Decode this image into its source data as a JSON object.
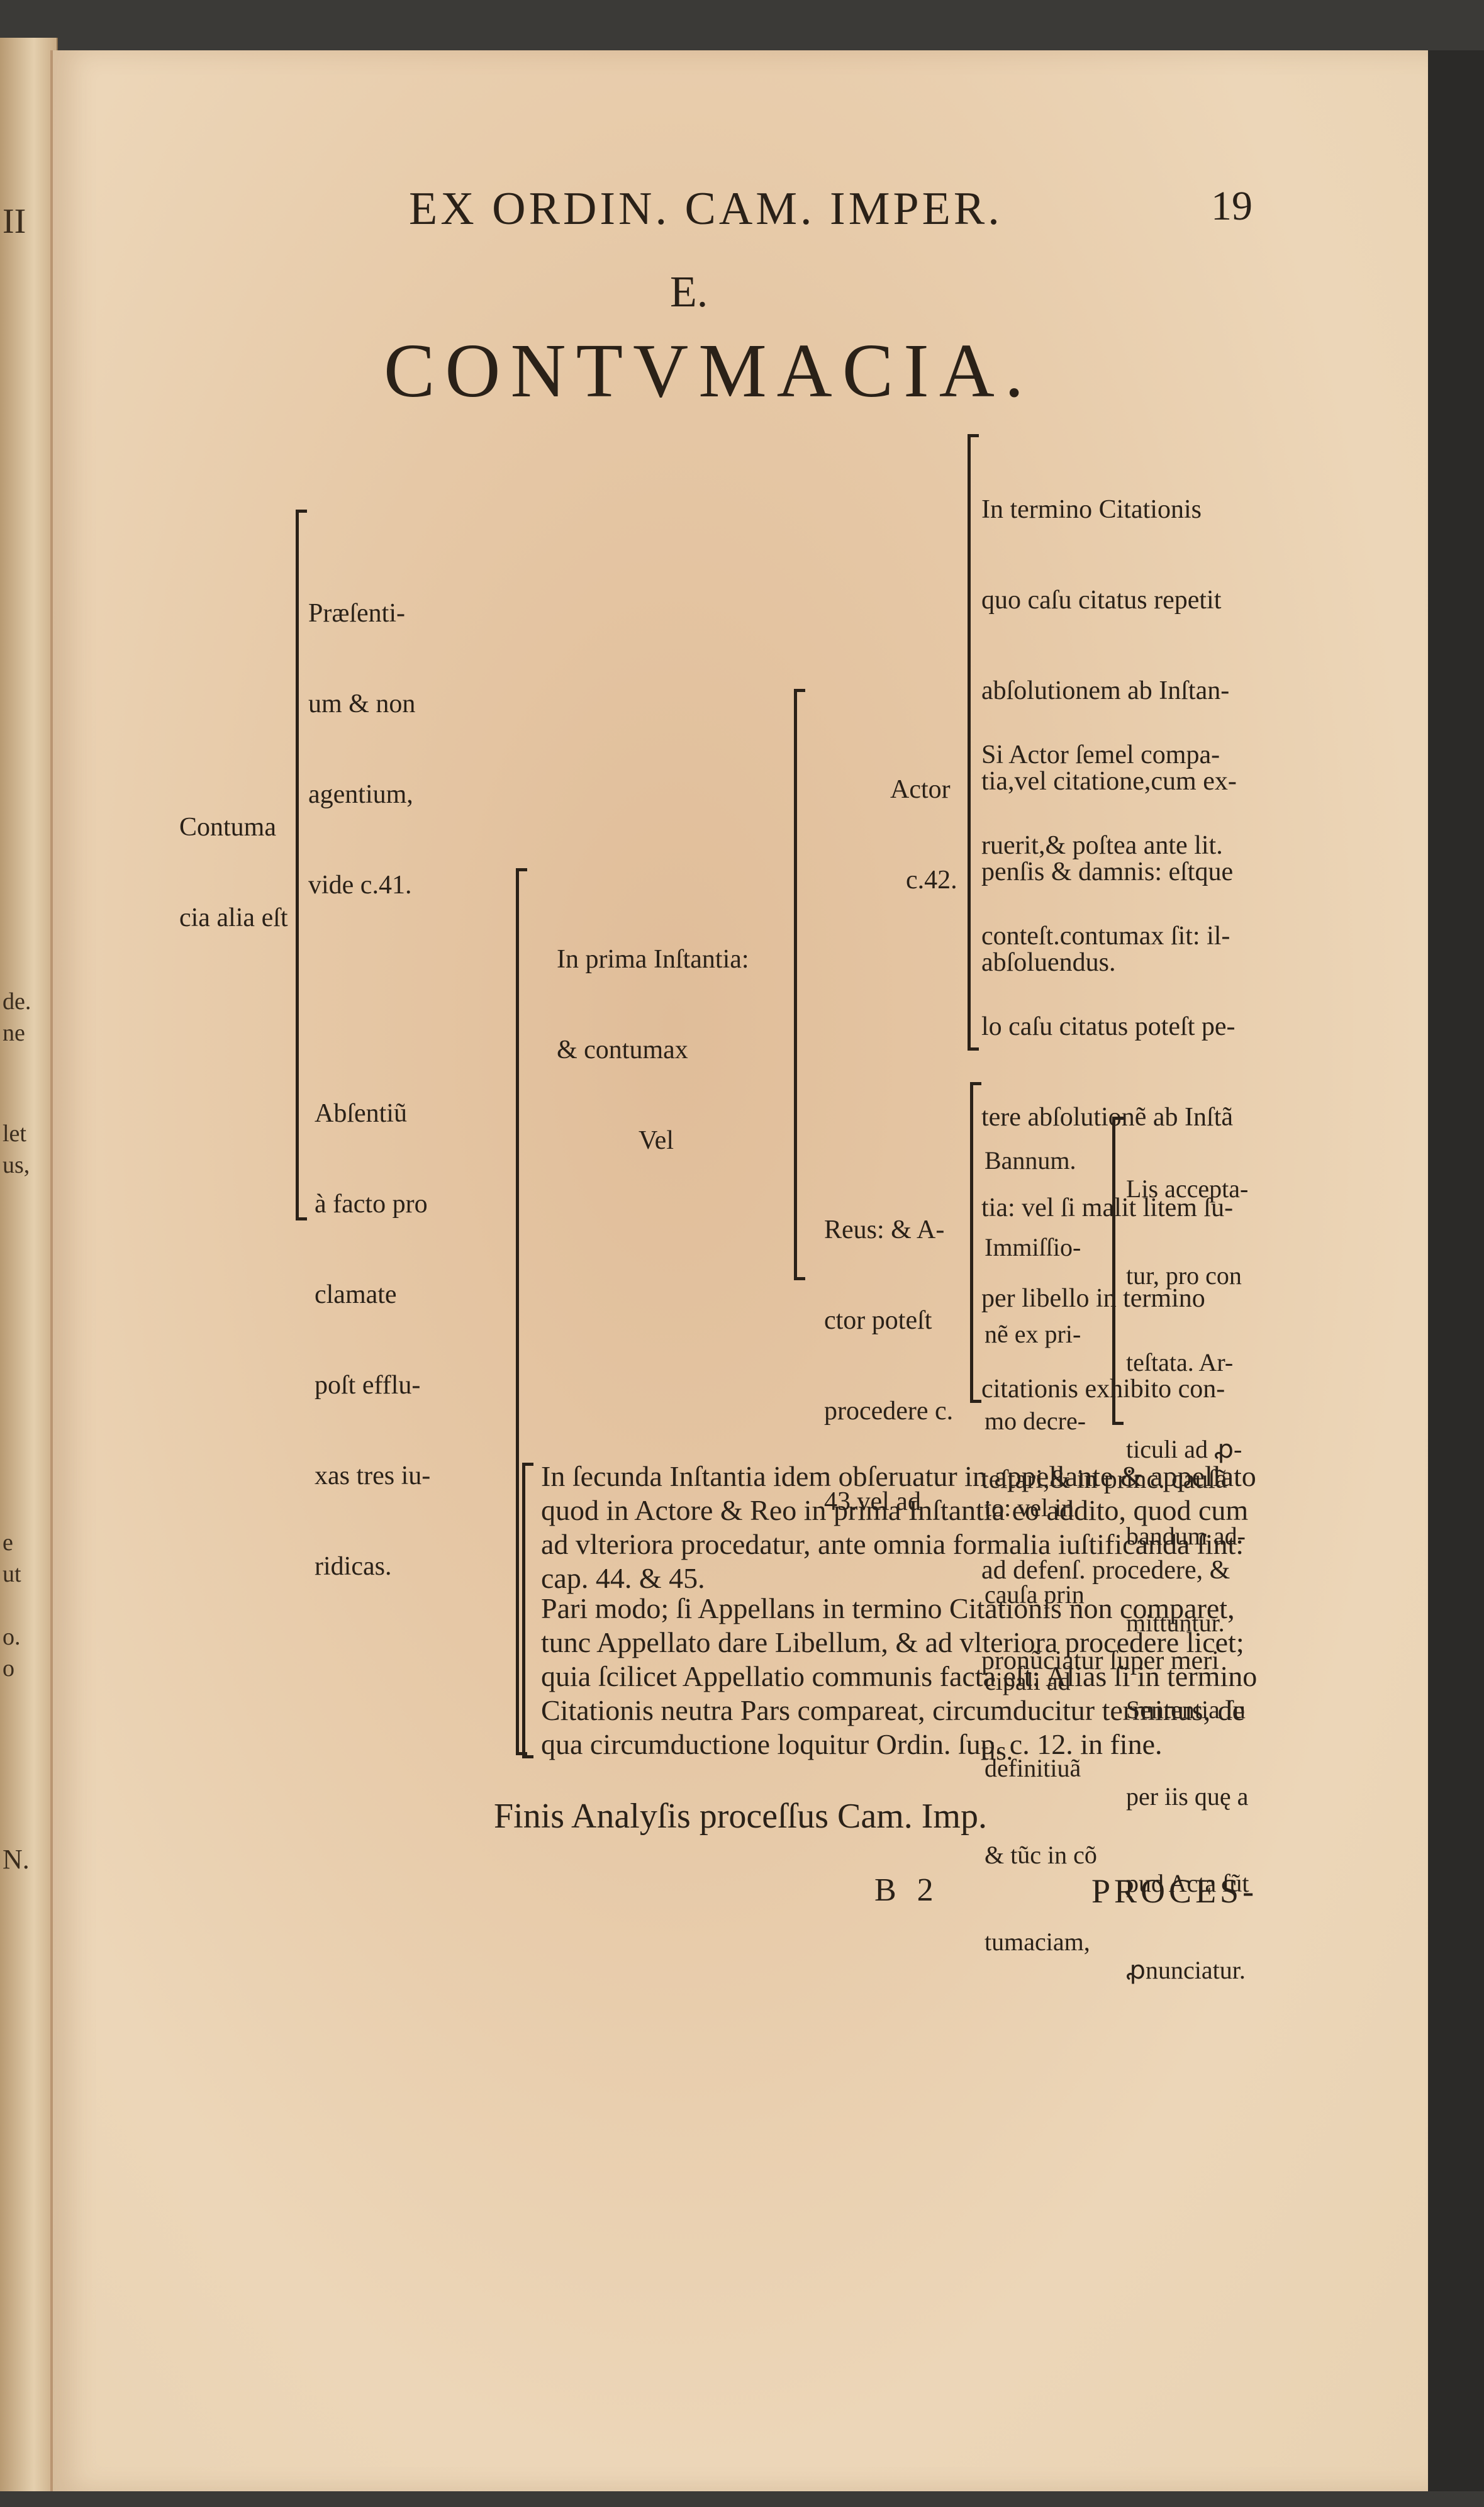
{
  "running_head": "EX ORDIN. CAM. IMPER.",
  "page_number": "19",
  "section_letter": "E.",
  "title": "CONTVMACIA.",
  "left_margin": {
    "contumacia": [
      "Contuma",
      "cia alia eſt"
    ]
  },
  "presence": [
    "Præſenti-",
    "um & non",
    "agentium,",
    "vide c.41."
  ],
  "absence": [
    "Abſentiũ",
    "à facto pro",
    "clamate",
    "poſt efflu-",
    "xas tres iu-",
    "ridicas."
  ],
  "prima_instantia": [
    "In prima Inſtantia:",
    "& contumax",
    "Vel"
  ],
  "actor_label": [
    "Actor",
    "c.42."
  ],
  "citation_box": [
    "In termino Citationis",
    "quo caſu citatus repetit",
    "abſolutionem ab Inſtan-",
    "tia,vel citatione,cum ex-",
    "penſis & damnis: eſtque",
    "abſoluendus."
  ],
  "actor_box": [
    "Si Actor ſemel compa-",
    "ruerit,& poſtea ante lit.",
    "conteſt.contumax ſit: il-",
    "lo caſu citatus poteſt pe-",
    "tere abſolutionẽ ab Inſtã",
    "tia: vel ſi malit litem ſu-",
    "per libello in termino",
    "citationis exhibito con-",
    "teſtari,& in princ. cauſã",
    "ad defenſ. procedere, &",
    "pronũciatur ſuper meri",
    "tis."
  ],
  "reus_label": [
    "Reus: & A-",
    "ctor poteſt",
    "procedere c.",
    "43.vel ad"
  ],
  "bannum": [
    "Bannum.",
    "Immiſſio-",
    "nẽ ex pri-",
    "mo decre-",
    "to: vel in",
    "cauſa prin",
    "cipali ad",
    "definitiuã",
    "& tũc in cõ",
    "tumaciam,"
  ],
  "lis_accepta": [
    "Lis accepta-",
    "tur, pro con",
    "teſtata. Ar-",
    "ticuli ad ꝓ-",
    "bandum ad-",
    "mittuntur.",
    "Sententia ſu",
    "per iis quę a",
    "pud Acta ſũt",
    "ꝓnunciatur."
  ],
  "secunda_instantia": "In ſecunda Inſtantia idem obſeruatur in appellante & appellato quod in Actore & Reo in prima Inſtantia eo addito, quod cum ad vlteriora procedatur, ante omnia formalia iuſtificanda ſint: cap. 44. & 45.",
  "pari_modo": "Pari modo; ſi Appellans in termino Citationis non comparet, tunc Appellato dare Libellum, & ad vlteriora procedere licet; quia ſcilicet Appellatio communis facta eſt: Alias ſi in termino Citationis neutra Pars compareat, circumducitur terminus, de qua circumductione loquitur Ordin. ſup. c. 12. in fine.",
  "finis": "Finis Analyſis proceſſus Cam. Imp.",
  "signature": "B 2",
  "catchword": "PROCES-",
  "left_page_fragments": [
    "II",
    "de.",
    "ne",
    "let",
    "us,",
    "e",
    "ut",
    "o.",
    "o",
    "N."
  ]
}
